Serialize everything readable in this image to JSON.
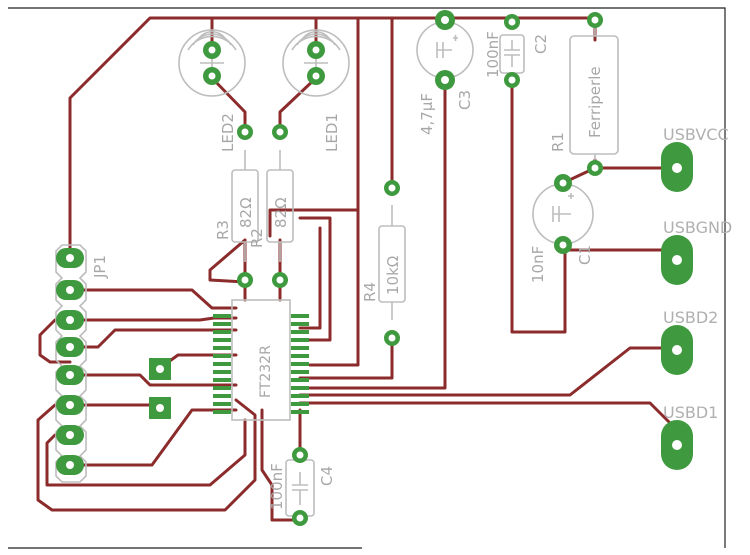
{
  "labels": {
    "jp1": "JP1",
    "led2": "LED2",
    "led1": "LED1",
    "r3": "R3",
    "r3_value": "82Ω",
    "r2": "R2",
    "r2_value": "82Ω",
    "r4": "R4",
    "r4_value": "10kΩ",
    "c3": "C3",
    "c3_value": "4,7µF",
    "c2": "C2",
    "c2_value": "100nF",
    "r1": "R1",
    "r1_value": "Ferriperle",
    "c1": "C1",
    "c1_value": "10nF",
    "c4": "C4",
    "c4_value": "100nF",
    "ic1": "FT232R",
    "usbvcc": "USBVCC",
    "usbgnd": "USBGND",
    "usbd2": "USBD2",
    "usbd1": "USBD1"
  },
  "colors": {
    "trace": "#8c2b2b",
    "pad": "#3f9a3f",
    "silkscreen": "#bdbdbd",
    "background": "#ffffff"
  }
}
